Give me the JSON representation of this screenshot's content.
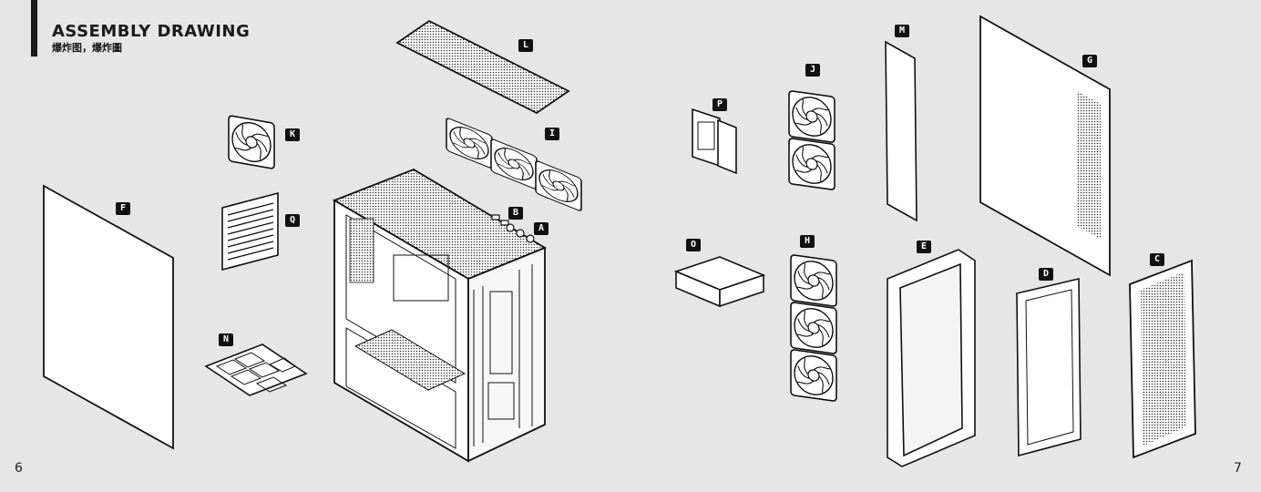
{
  "header": {
    "title": "ASSEMBLY DRAWING",
    "subtitle": "爆炸图，爆炸圖"
  },
  "pages": {
    "left": "6",
    "right": "7"
  },
  "parts": {
    "A": "A",
    "B": "B",
    "C": "C",
    "D": "D",
    "E": "E",
    "F": "F",
    "G": "G",
    "H": "H",
    "I": "I",
    "J": "J",
    "K": "K",
    "L": "L",
    "M": "M",
    "N": "N",
    "O": "O",
    "P": "P",
    "Q": "Q"
  },
  "colors": {
    "background": "#e6e6e6",
    "line": "#1a1a1a",
    "label_bg": "#111111"
  }
}
